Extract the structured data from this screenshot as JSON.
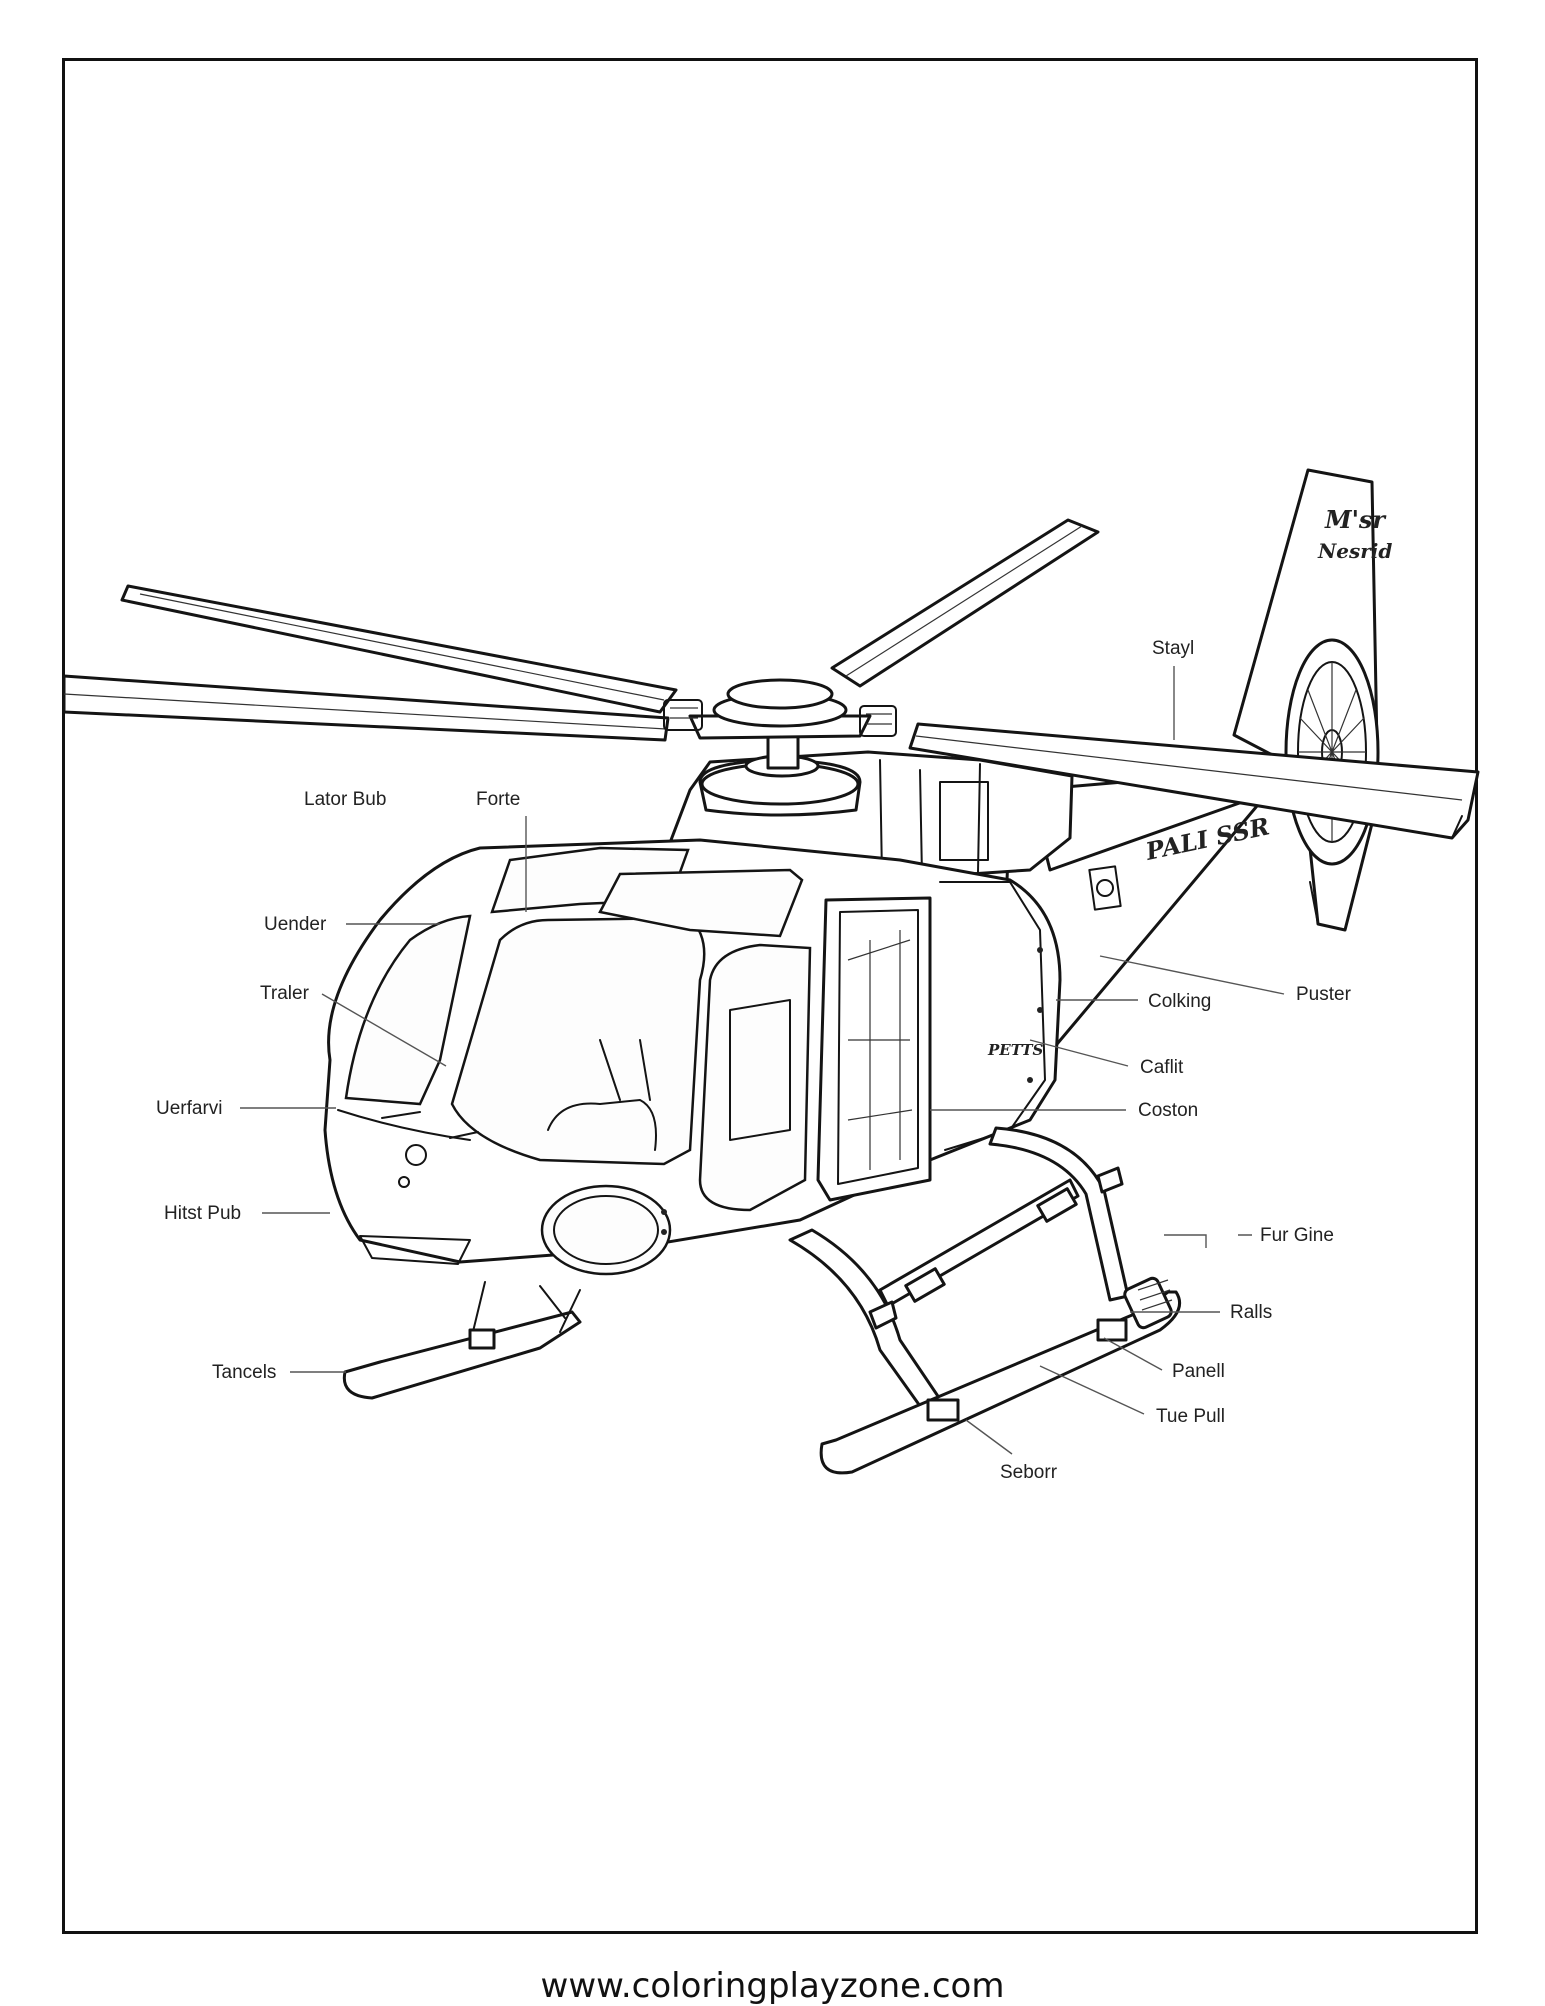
{
  "labels": {
    "lator_bub": "Lator Bub",
    "forte": "Forte",
    "stayl": "Stayl",
    "uender": "Uender",
    "traler": "Traler",
    "uerfarvi": "Uerfarvi",
    "hitst_pub": "Hitst Pub",
    "tancels": "Tancels",
    "colking": "Colking",
    "puster": "Puster",
    "caflit": "Caflit",
    "coston": "Coston",
    "fur_gine": "Fur Gine",
    "ralls": "Ralls",
    "panell": "Panell",
    "tue_pull": "Tue Pull",
    "seborr": "Seborr"
  },
  "aircraft_markings": {
    "tail_line1": "M'sr",
    "tail_line2": "Nesrid",
    "boom_text": "PALI SSR",
    "door_text": "PETTS"
  },
  "footer": {
    "website": "www.coloringplayzone.com"
  }
}
